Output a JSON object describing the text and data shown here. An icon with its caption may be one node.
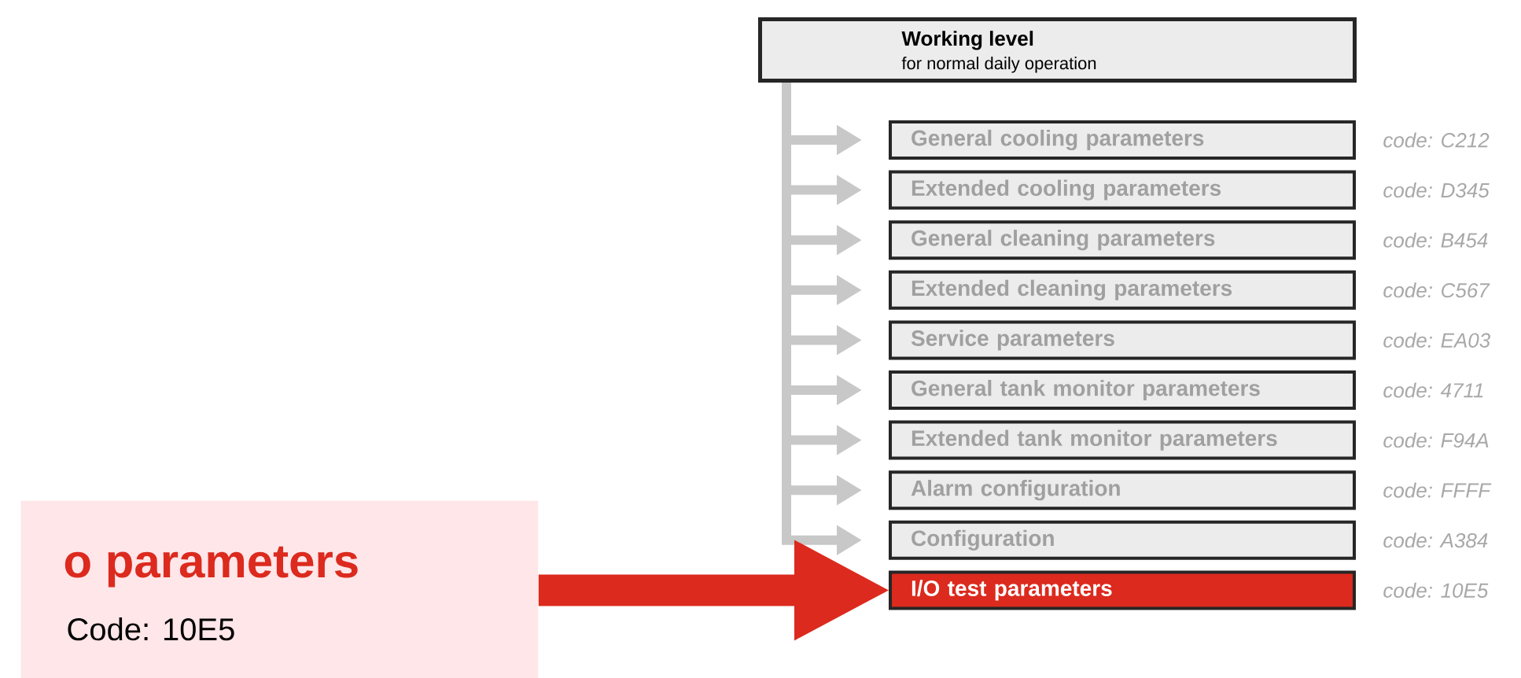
{
  "diagram": {
    "nodes": [
      {
        "text": [
          "Working level",
          "for normal daily operation"
        ]
      },
      {
        "text": [
          "General cooling parameters"
        ],
        "beside": [
          "code: C212"
        ]
      },
      {
        "text": [
          "Extended cooling parameters"
        ],
        "beside": [
          "code: D345"
        ]
      },
      {
        "text": [
          "General cleaning parameters"
        ],
        "beside": [
          "code: B454"
        ]
      },
      {
        "text": [
          "Extended cleaning parameters"
        ],
        "beside": [
          "code: C567"
        ]
      },
      {
        "text": [
          "Service parameters"
        ],
        "beside": [
          "code: EA03"
        ]
      },
      {
        "text": [
          "General tank monitor parameters"
        ],
        "beside": [
          "code: 4711"
        ]
      },
      {
        "text": [
          "Extended tank monitor parameters"
        ],
        "beside": [
          "code: F94A"
        ]
      },
      {
        "text": [
          "Alarm configuration"
        ],
        "beside": [
          "code: FFFF"
        ]
      },
      {
        "text": [
          "Configuration"
        ],
        "beside": [
          "code: A384"
        ]
      },
      {
        "text": [
          "I/O test parameters"
        ],
        "beside": [
          "code: 10E5"
        ]
      },
      {
        "text": [
          "o parameters",
          "Code: 10E5"
        ]
      }
    ],
    "edges": [
      {
        "from": 0,
        "to": 1,
        "arrow": "to"
      },
      {
        "from": 0,
        "to": 2,
        "arrow": "to"
      },
      {
        "from": 0,
        "to": 3,
        "arrow": "to"
      },
      {
        "from": 0,
        "to": 4,
        "arrow": "to"
      },
      {
        "from": 0,
        "to": 5,
        "arrow": "to"
      },
      {
        "from": 0,
        "to": 6,
        "arrow": "to"
      },
      {
        "from": 0,
        "to": 7,
        "arrow": "to"
      },
      {
        "from": 0,
        "to": 8,
        "arrow": "to"
      },
      {
        "from": 0,
        "to": 9,
        "arrow": "to"
      },
      {
        "from": 11,
        "to": 10,
        "arrow": "to",
        "style": "thick",
        "color": "#dc2a1e"
      }
    ]
  }
}
